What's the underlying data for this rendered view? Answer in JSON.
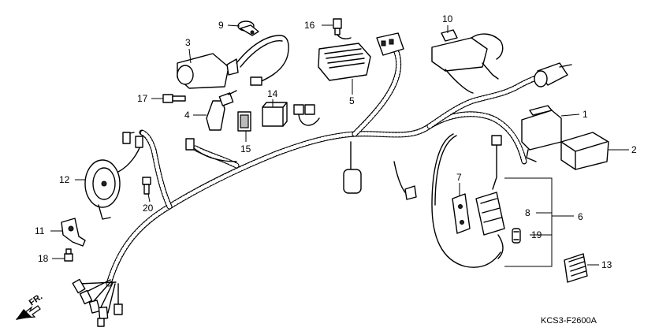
{
  "diagram": {
    "part_code": "KCS3-F2600A",
    "direction_label": "FR.",
    "callouts": [
      {
        "id": "c1",
        "label": "1"
      },
      {
        "id": "c2",
        "label": "2"
      },
      {
        "id": "c3",
        "label": "3"
      },
      {
        "id": "c4",
        "label": "4"
      },
      {
        "id": "c5",
        "label": "5"
      },
      {
        "id": "c6",
        "label": "6"
      },
      {
        "id": "c7",
        "label": "7"
      },
      {
        "id": "c8",
        "label": "8"
      },
      {
        "id": "c9",
        "label": "9"
      },
      {
        "id": "c10",
        "label": "10"
      },
      {
        "id": "c11",
        "label": "11"
      },
      {
        "id": "c12",
        "label": "12"
      },
      {
        "id": "c13",
        "label": "13"
      },
      {
        "id": "c14",
        "label": "14"
      },
      {
        "id": "c15",
        "label": "15"
      },
      {
        "id": "c16",
        "label": "16"
      },
      {
        "id": "c17",
        "label": "17"
      },
      {
        "id": "c18",
        "label": "18"
      },
      {
        "id": "c19",
        "label": "19"
      },
      {
        "id": "c20",
        "label": "20"
      }
    ]
  }
}
